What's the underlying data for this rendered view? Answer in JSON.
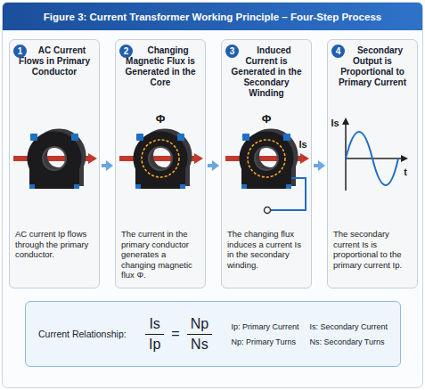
{
  "diagram": {
    "title": "Figure 3: Current Transformer Working Principle – Four-Step Process",
    "nodes": [
      {
        "text": [
          "AC Current Flows in Primary Conductor",
          "AC current Ip flows through the primary conductor."
        ]
      },
      {
        "text": [
          "1"
        ],
        "in": 0
      },
      {
        "text": [
          "Changing Magnetic Flux is Generated in the Core",
          "The current in the primary conductor generates a changing magnetic flux Φ."
        ]
      },
      {
        "text": [
          "2"
        ],
        "in": 2
      },
      {
        "text": [
          "Induced Current is Generated in the Secondary Winding",
          "The changing flux induces a current Is in the secondary winding."
        ]
      },
      {
        "text": [
          "3"
        ],
        "in": 4
      },
      {
        "text": [
          "Secondary Output is Proportional to Primary Current",
          "The secondary current Is is proportional to the primary current Ip."
        ]
      },
      {
        "text": [
          "4"
        ],
        "in": 6
      },
      {
        "text": [
          "Current Relationship:",
          "Is",
          "Ip",
          "=",
          "Np",
          "Ns",
          "Ip: Primary Current",
          "Is: Secondary Current",
          "Np: Primary Turns",
          "Ns: Secondary Turns"
        ]
      }
    ],
    "edges": [
      {
        "from": 0,
        "to": 2,
        "arrow": "to"
      },
      {
        "from": 2,
        "to": 4,
        "arrow": "to"
      },
      {
        "from": 4,
        "to": 6,
        "arrow": "to"
      }
    ],
    "labels": [
      "Φ",
      "Φ",
      "Is",
      "Is",
      "t"
    ]
  }
}
